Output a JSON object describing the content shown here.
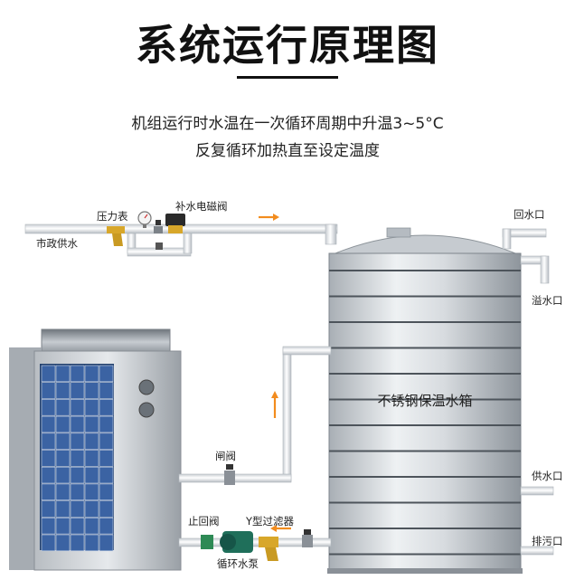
{
  "title": "系统运行原理图",
  "subtitle_line1": "机组运行时水温在一次循环周期中升温3~5°C",
  "subtitle_line2": "反复循环加热直至设定温度",
  "labels": {
    "pressure_gauge": "压力表",
    "solenoid_valve": "补水电磁阀",
    "city_water": "市政供水",
    "return_water": "回水口",
    "overflow": "溢水口",
    "tank": "不锈钢保温水箱",
    "gate_valve": "闸阀",
    "check_valve": "止回阀",
    "y_filter": "Y型过滤器",
    "circulation_pump": "循环水泵",
    "supply_outlet": "供水口",
    "drain_outlet": "排污口"
  },
  "colors": {
    "arrow": "#f28c1e",
    "panel": "#2d4f86",
    "pump": "#1f8a6c",
    "valve_brass": "#d8a72a",
    "pipe": "#e9ecef"
  },
  "icons": {
    "arrow_right": "arrow-right-icon",
    "arrow_up": "arrow-up-icon",
    "gauge": "pressure-gauge-icon"
  }
}
